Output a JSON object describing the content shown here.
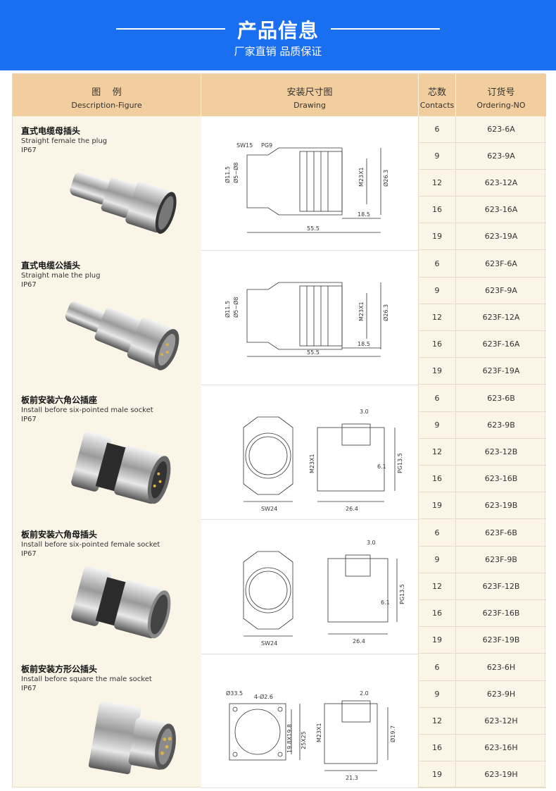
{
  "banner": {
    "title": "产品信息",
    "subtitle": "厂家直销 品质保证"
  },
  "header": {
    "col1_cn": "图    例",
    "col1_en": "Description-Figure",
    "col2_cn": "安装尺寸图",
    "col2_en": "Drawing",
    "col3_cn": "芯数",
    "col3_en": "Contacts",
    "col4_cn": "订货号",
    "col4_en": "Ordering-NO"
  },
  "products": [
    {
      "cn": "直式电缆母插头",
      "en": "Straight female the plug",
      "ip": "IP67",
      "dims": {
        "a": "SW15",
        "b": "PG9",
        "c": "Ø11.5",
        "d": "Ø5~Ø8",
        "e": "M23X1",
        "f": "Ø26.3",
        "g": "18.5",
        "h": "55.5"
      },
      "rows": [
        {
          "contacts": "6",
          "order": "623-6A"
        },
        {
          "contacts": "9",
          "order": "623-9A"
        },
        {
          "contacts": "12",
          "order": "623-12A"
        },
        {
          "contacts": "16",
          "order": "623-16A"
        },
        {
          "contacts": "19",
          "order": "623-19A"
        }
      ]
    },
    {
      "cn": "直式电缆公插头",
      "en": "Straight male the plug",
      "ip": "IP67",
      "dims": {
        "c": "Ø11.5",
        "d": "Ø5~Ø8",
        "e": "M23X1",
        "f": "Ø26.3",
        "g": "18.5",
        "h": "55.5"
      },
      "rows": [
        {
          "contacts": "6",
          "order": "623F-6A"
        },
        {
          "contacts": "9",
          "order": "623F-9A"
        },
        {
          "contacts": "12",
          "order": "623F-12A"
        },
        {
          "contacts": "16",
          "order": "623F-16A"
        },
        {
          "contacts": "19",
          "order": "623F-19A"
        }
      ]
    },
    {
      "cn": "板前安装六角公插座",
      "en": "Install before six-pointed male socket",
      "ip": "IP67",
      "dims": {
        "a": "3.0",
        "b": "M23X1",
        "c": "PG13.5",
        "d": "6.1",
        "e": "SW24",
        "f": "26.4"
      },
      "rows": [
        {
          "contacts": "6",
          "order": "623-6B"
        },
        {
          "contacts": "9",
          "order": "623-9B"
        },
        {
          "contacts": "12",
          "order": "623-12B"
        },
        {
          "contacts": "16",
          "order": "623-16B"
        },
        {
          "contacts": "19",
          "order": "623-19B"
        }
      ]
    },
    {
      "cn": "板前安装六角母插头",
      "en": "Install before six-pointed female socket",
      "ip": "IP67",
      "dims": {
        "a": "3.0",
        "c": "PG13.5",
        "d": "6.1",
        "e": "SW24",
        "f": "26.4"
      },
      "rows": [
        {
          "contacts": "6",
          "order": "623F-6B"
        },
        {
          "contacts": "9",
          "order": "623F-9B"
        },
        {
          "contacts": "12",
          "order": "623F-12B"
        },
        {
          "contacts": "16",
          "order": "623F-16B"
        },
        {
          "contacts": "19",
          "order": "623F-19B"
        }
      ]
    },
    {
      "cn": "板前安装方形公插头",
      "en": "Install before square the male socket",
      "ip": "IP67",
      "dims": {
        "a": "Ø33.5",
        "b": "4-Ø2.6",
        "c": "19.8X19.8",
        "d": "25X25",
        "e": "M23X1",
        "f": "2.0",
        "g": "Ø19.7",
        "h": "21.3"
      },
      "rows": [
        {
          "contacts": "6",
          "order": "623-6H"
        },
        {
          "contacts": "9",
          "order": "623-9H"
        },
        {
          "contacts": "12",
          "order": "623-12H"
        },
        {
          "contacts": "16",
          "order": "623-16H"
        },
        {
          "contacts": "19",
          "order": "623-19H"
        }
      ]
    }
  ]
}
